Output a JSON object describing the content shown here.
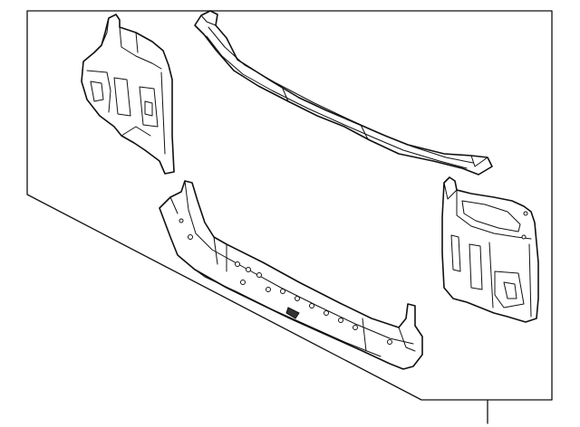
{
  "diagram": {
    "callouts": [],
    "parts": [
      {
        "icon": "left-radiator-support-side-panel"
      },
      {
        "icon": "upper-tie-bar"
      },
      {
        "icon": "lower-tie-bar"
      },
      {
        "icon": "right-radiator-support-side-panel"
      }
    ],
    "leader_lines": [
      {
        "icon": "reference-leader-line"
      }
    ]
  }
}
